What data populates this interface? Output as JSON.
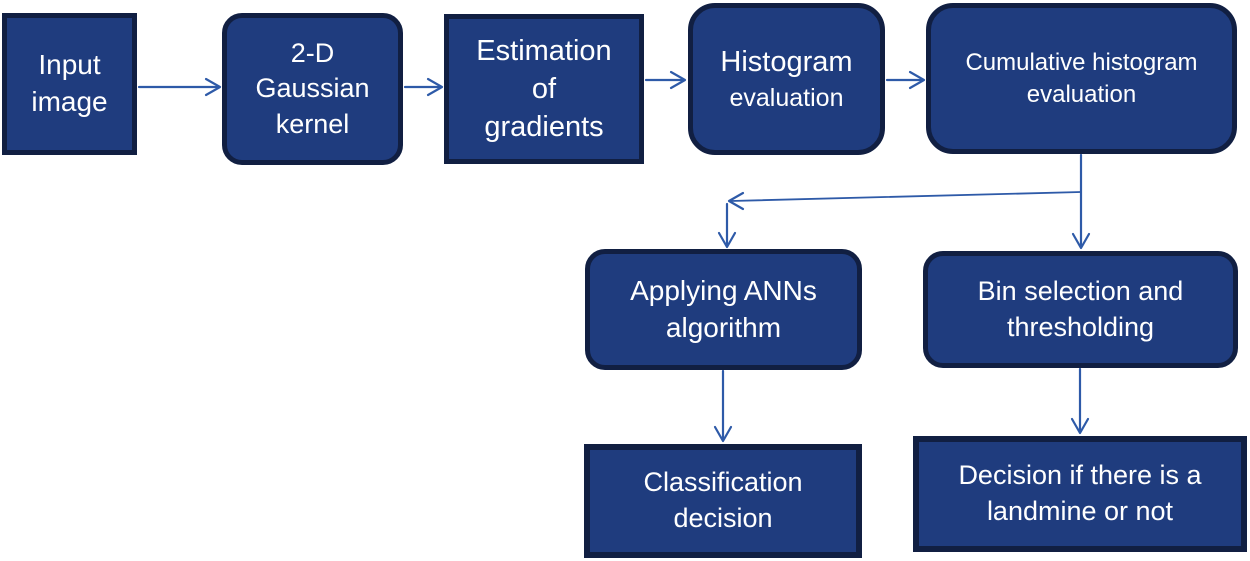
{
  "diagram": {
    "type": "flowchart",
    "colors": {
      "box_fill": "#1f3c7e",
      "box_border": "#111f42",
      "arrow": "#2e5aa8",
      "text": "#ffffff",
      "background": "#ffffff"
    },
    "nodes": {
      "input_image": {
        "label": "Input image",
        "lines": [
          "Input",
          "image"
        ]
      },
      "gaussian_kernel": {
        "label": "2-D Gaussian kernel",
        "lines": [
          "2-D",
          "Gaussian",
          "kernel"
        ]
      },
      "estimation_gradients": {
        "label": "Estimation of gradients",
        "lines": [
          "Estimation",
          "of",
          "gradients"
        ]
      },
      "histogram_evaluation": {
        "label": "Histogram evaluation",
        "lines": [
          "Histogram",
          "evaluation"
        ]
      },
      "cumulative_histogram": {
        "label": "Cumulative histogram evaluation",
        "lines": [
          "Cumulative histogram",
          "evaluation"
        ]
      },
      "applying_anns": {
        "label": "Applying ANNs algorithm",
        "lines": [
          "Applying ANNs",
          "algorithm"
        ]
      },
      "bin_selection": {
        "label": "Bin selection and thresholding",
        "lines": [
          "Bin selection and",
          "thresholding"
        ]
      },
      "classification_decision": {
        "label": "Classification decision",
        "lines": [
          "Classification",
          "decision"
        ]
      },
      "decision_landmine": {
        "label": "Decision if there is a landmine or not",
        "lines": [
          "Decision if there is a",
          "landmine or not"
        ]
      }
    },
    "edges": [
      {
        "from": "input_image",
        "to": "gaussian_kernel"
      },
      {
        "from": "gaussian_kernel",
        "to": "estimation_gradients"
      },
      {
        "from": "estimation_gradients",
        "to": "histogram_evaluation"
      },
      {
        "from": "histogram_evaluation",
        "to": "cumulative_histogram"
      },
      {
        "from": "cumulative_histogram",
        "to": "applying_anns"
      },
      {
        "from": "cumulative_histogram",
        "to": "bin_selection"
      },
      {
        "from": "applying_anns",
        "to": "classification_decision"
      },
      {
        "from": "bin_selection",
        "to": "decision_landmine"
      }
    ]
  }
}
